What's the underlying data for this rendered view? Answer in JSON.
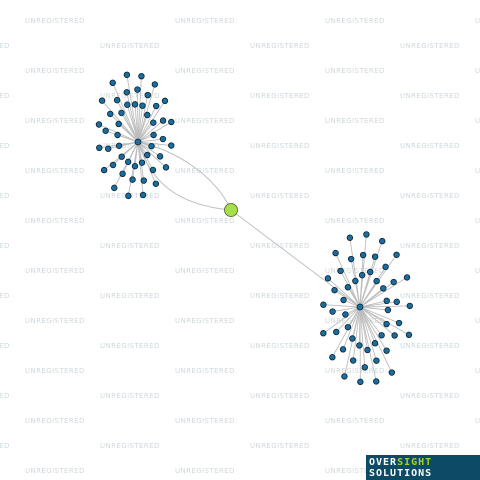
{
  "watermark": {
    "text": "UNREGISTERED"
  },
  "graph": {
    "hub_nodes": [
      {
        "id": "hub-top-left",
        "color": "#1f6fa0"
      },
      {
        "id": "hub-bottom-right",
        "color": "#1f6fa0"
      }
    ],
    "center_node": {
      "id": "center",
      "color": "#a6df4a"
    },
    "leaf_count_top_left": 48,
    "leaf_count_bottom_right": 50,
    "node_color": "#1a6d9c",
    "node_stroke": "#0a2233",
    "edge_color": "#bdbdbd",
    "center_stroke": "#4a5e1a"
  },
  "logo": {
    "line1_part1": "OVER",
    "line1_part2": "SIGHT",
    "line2": "SOLUTIONS",
    "bg_color": "#0d4a66",
    "accent_color": "#a7d129"
  }
}
